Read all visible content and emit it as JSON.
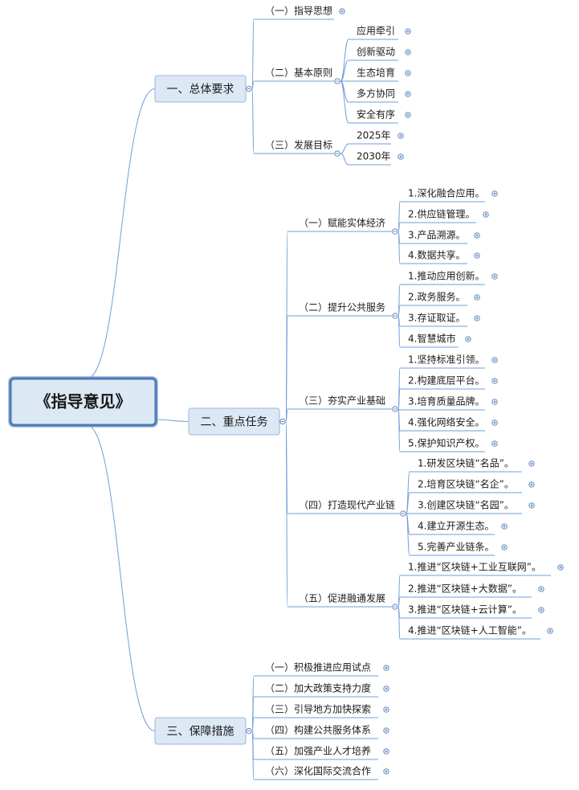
{
  "root": {
    "label": "《指导意见》"
  },
  "branches": [
    {
      "label": "一、总体要求",
      "children": [
        {
          "label": "（一）指导思想",
          "children": []
        },
        {
          "label": "（二）基本原则",
          "children": [
            {
              "label": "应用牵引"
            },
            {
              "label": "创新驱动"
            },
            {
              "label": "生态培育"
            },
            {
              "label": "多方协同"
            },
            {
              "label": "安全有序"
            }
          ]
        },
        {
          "label": "（三）发展目标",
          "children": [
            {
              "label": "2025年"
            },
            {
              "label": "2030年"
            }
          ]
        }
      ]
    },
    {
      "label": "二、重点任务",
      "children": [
        {
          "label": "（一）赋能实体经济",
          "children": [
            {
              "label": "1.深化融合应用。"
            },
            {
              "label": "2.供应链管理。"
            },
            {
              "label": "3.产品溯源。"
            },
            {
              "label": "4.数据共享。"
            }
          ]
        },
        {
          "label": "（二）提升公共服务",
          "children": [
            {
              "label": "1.推动应用创新。"
            },
            {
              "label": "2.政务服务。"
            },
            {
              "label": "3.存证取证。"
            },
            {
              "label": "4.智慧城市"
            }
          ]
        },
        {
          "label": "（三）夯实产业基础",
          "children": [
            {
              "label": "1.坚持标准引领。"
            },
            {
              "label": "2.构建底层平台。"
            },
            {
              "label": "3.培育质量品牌。"
            },
            {
              "label": "4.强化网络安全。"
            },
            {
              "label": "5.保护知识产权。"
            }
          ]
        },
        {
          "label": "（四）打造现代产业链",
          "children": [
            {
              "label": "1.研发区块链“名品”。"
            },
            {
              "label": "2.培育区块链“名企”。"
            },
            {
              "label": "3.创建区块链“名园”。"
            },
            {
              "label": "4.建立开源生态。"
            },
            {
              "label": "5.完善产业链条。"
            }
          ]
        },
        {
          "label": "（五）促进融通发展",
          "children": [
            {
              "label": "1.推进“区块链+工业互联网”。"
            },
            {
              "label": "2.推进“区块链+大数据”。"
            },
            {
              "label": "3.推进“区块链+云计算”。"
            },
            {
              "label": "4.推进“区块链+人工智能”。"
            }
          ]
        }
      ]
    },
    {
      "label": "三、保障措施",
      "children": [
        {
          "label": "（一）积极推进应用试点",
          "children": []
        },
        {
          "label": "（二）加大政策支持力度",
          "children": []
        },
        {
          "label": "（三）引导地方加快探索",
          "children": []
        },
        {
          "label": "（四）构建公共服务体系",
          "children": []
        },
        {
          "label": "（五）加强产业人才培养",
          "children": []
        },
        {
          "label": "（六）深化国际交流合作",
          "children": []
        }
      ]
    }
  ],
  "colors": {
    "line": "#6f9fd8",
    "node_fill": "#dde8f5",
    "node_border": "#9ab6dc",
    "root_border": "#4f79b8",
    "text": "#1a1a1a",
    "marker": "#4f79b8"
  }
}
